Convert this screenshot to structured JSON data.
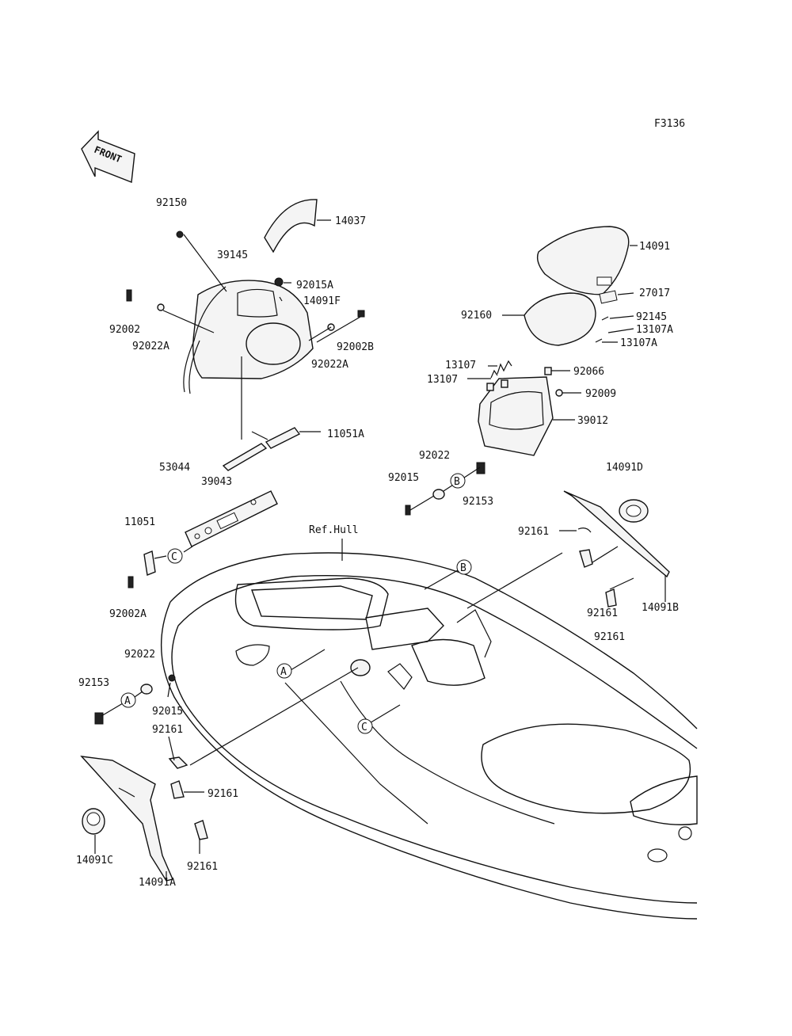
{
  "figure_code": "F3136",
  "front_label": "FRONT",
  "ref_label": "Ref.Hull",
  "callouts": {
    "a": "A",
    "b": "B",
    "c": "C"
  },
  "parts": {
    "p92150": "92150",
    "p14037": "14037",
    "p39145": "39145",
    "p92015A": "92015A",
    "p14091F": "14091F",
    "p92002": "92002",
    "p92022A_left": "92022A",
    "p92002B": "92002B",
    "p92022A_right": "92022A",
    "p11051A": "11051A",
    "p53044": "53044",
    "p39043": "39043",
    "p11051": "11051",
    "p92002A": "92002A",
    "p92022_left": "92022",
    "p92153_left": "92153",
    "p92015_left": "92015",
    "p92161_a": "92161",
    "p92161_b": "92161",
    "p92161_c": "92161",
    "p14091C": "14091C",
    "p14091A": "14091A",
    "p14091": "14091",
    "p27017": "27017",
    "p92160": "92160",
    "p92145": "92145",
    "p13107A_1": "13107A",
    "p13107A_2": "13107A",
    "p13107_1": "13107",
    "p13107_2": "13107",
    "p92066": "92066",
    "p92009": "92009",
    "p39012": "39012",
    "p92022_right": "92022",
    "p92015_right": "92015",
    "p92153_right": "92153",
    "p14091D": "14091D",
    "p92161_d": "92161",
    "p92161_e": "92161",
    "p14091B": "14091B",
    "p92161_f": "92161"
  }
}
